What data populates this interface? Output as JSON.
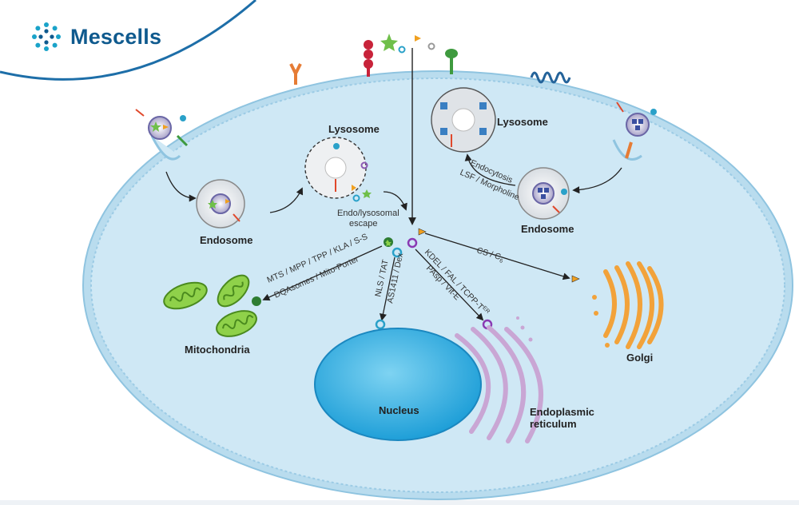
{
  "brand": {
    "name": "Mescells",
    "logo_icon": "mescells-logo-icon"
  },
  "labels": {
    "lysosome_left": "Lysosome",
    "lysosome_right": "Lysosome",
    "endosome_left": "Endosome",
    "endosome_right": "Endosome",
    "escape_line1": "Endo/lysosomal",
    "escape_line2": "escape",
    "mitochondria": "Mitochondria",
    "nucleus": "Nucleus",
    "er_line1": "Endoplasmic",
    "er_line2": "reticulum",
    "golgi": "Golgi"
  },
  "pathways": {
    "mito_line1": "MTS / MPP / TPP / KLA / S-S",
    "mito_line2": "DQAsomes / Mito-Porter",
    "nucleus_line1": "NLS / TAT",
    "nucleus_line2": "AS1411 / Dex",
    "er_line1": "KDEL / FAL / TCPP-T",
    "er_sup": "ER",
    "er_line2": "PAsp / Vit-E",
    "golgi_line": "CS / C",
    "golgi_sub": "6",
    "endocytosis_line1": "Endocytosis",
    "endocytosis_line2": "LSF / Morpholine"
  }
}
